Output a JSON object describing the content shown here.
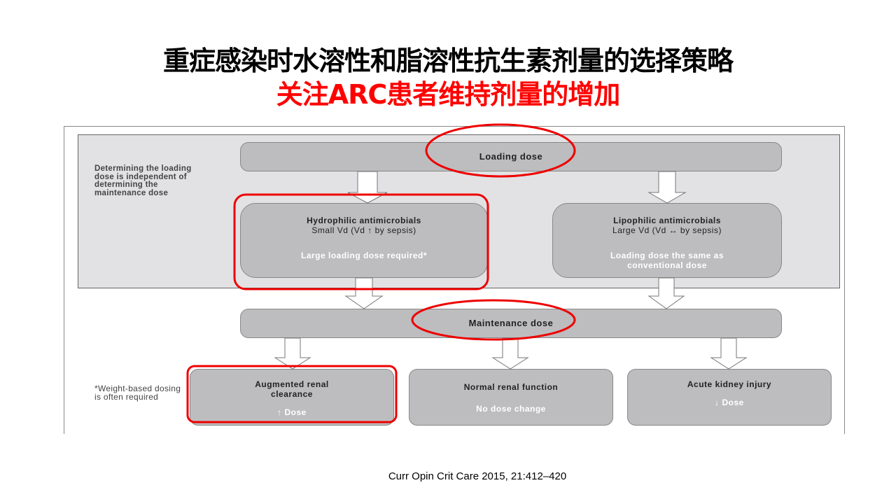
{
  "title": {
    "line1": "重症感染时水溶性和脂溶性抗生素剂量的选择策略",
    "line2": "关注ARC患者维持剂量的增加"
  },
  "diagram": {
    "side_note_top": "Determining the loading dose is independent of determining the maintenance dose",
    "loading_dose": "Loading dose",
    "hydrophilic": {
      "title": "Hydrophilic antimicrobials",
      "sub": "Small Vd (Vd ↑ by sepsis)",
      "result": "Large loading dose required*"
    },
    "lipophilic": {
      "title": "Lipophilic antimicrobials",
      "sub": "Large Vd (Vd ↔ by sepsis)",
      "result": "Loading dose the same as conventional dose"
    },
    "maintenance_dose": "Maintenance dose",
    "side_note_bottom": "*Weight-based dosing is often required",
    "arc": {
      "title": "Augmented renal clearance",
      "result": "↑ Dose"
    },
    "normal": {
      "title": "Normal renal function",
      "result": "No dose change"
    },
    "aki": {
      "title": "Acute kidney injury",
      "result": "↓ Dose"
    }
  },
  "citation": "Curr Opin Crit Care 2015, 21:412–420",
  "colors": {
    "highlight": "#ee0000",
    "title_red": "#ff0000",
    "box": "#bdbdbf",
    "panel": "#e2e2e4"
  }
}
